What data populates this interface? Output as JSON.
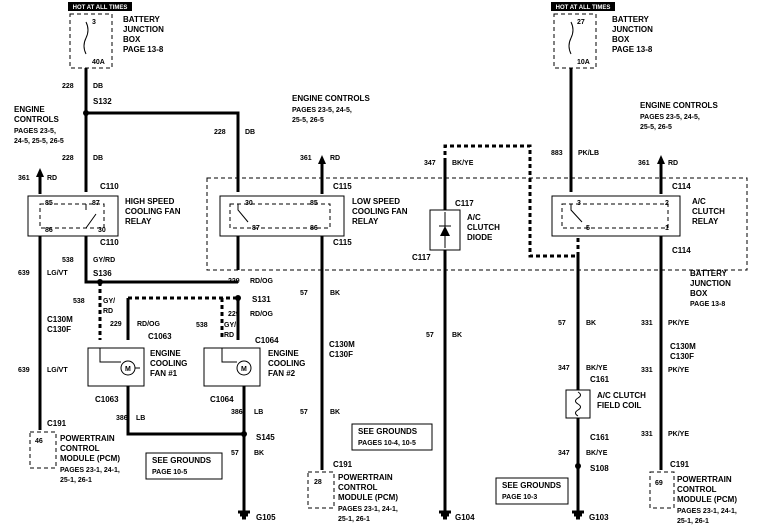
{
  "headers": {
    "left": "HOT AT ALL TIMES",
    "right": "HOT AT ALL TIMES"
  },
  "fuses": {
    "left_top": "3",
    "left_bottom": "40A",
    "right_top": "27",
    "right_bottom": "10A"
  },
  "bjb_top_left": [
    "BATTERY",
    "JUNCTION",
    "BOX",
    "PAGE 13-8"
  ],
  "bjb_top_right": [
    "BATTERY",
    "JUNCTION",
    "BOX",
    "PAGE 13-8"
  ],
  "bjb_side": [
    "BATTERY",
    "JUNCTION",
    "BOX",
    "PAGE 13-8"
  ],
  "engine_controls_1": [
    "ENGINE",
    "CONTROLS",
    "PAGES 23-5,",
    "24-5, 25-5, 26-5"
  ],
  "engine_controls_2": [
    "ENGINE CONTROLS",
    "PAGES 23-5, 24-5,",
    "25-5, 26-5"
  ],
  "engine_controls_3": [
    "ENGINE CONTROLS",
    "PAGES 23-5, 24-5,",
    "25-5, 26-5"
  ],
  "relay_hs": [
    "HIGH SPEED",
    "COOLING FAN",
    "RELAY"
  ],
  "relay_ls": [
    "LOW SPEED",
    "COOLING FAN",
    "RELAY"
  ],
  "relay_ac": [
    "A/C",
    "CLUTCH",
    "RELAY"
  ],
  "diode": [
    "A/C",
    "CLUTCH",
    "DIODE"
  ],
  "fan1": [
    "ENGINE",
    "COOLING",
    "FAN #1"
  ],
  "fan2": [
    "ENGINE",
    "COOLING",
    "FAN #2"
  ],
  "coil": [
    "A/C CLUTCH",
    "FIELD COIL"
  ],
  "pcm_1": [
    "POWERTRAIN",
    "CONTROL",
    "MODULE (PCM)",
    "PAGES 23-1, 24-1,",
    "25-1, 26-1"
  ],
  "pcm_2": [
    "POWERTRAIN",
    "CONTROL",
    "MODULE (PCM)",
    "PAGES 23-1, 24-1,",
    "25-1, 26-1"
  ],
  "pcm_3": [
    "POWERTRAIN",
    "CONTROL",
    "MODULE (PCM)",
    "PAGES 23-1, 24-1,",
    "25-1, 26-1"
  ],
  "grounds_1": [
    "SEE GROUNDS",
    "PAGE 10-5"
  ],
  "grounds_2": [
    "SEE GROUNDS",
    "PAGES 10-4, 10-5"
  ],
  "grounds_3": [
    "SEE GROUNDS",
    "PAGE 10-3"
  ],
  "pins": {
    "hs_85": "85",
    "hs_87": "87",
    "hs_86": "86",
    "hs_30": "30",
    "ls_30": "30",
    "ls_85": "85",
    "ls_87": "87",
    "ls_86": "86",
    "ac_3": "3",
    "ac_2": "2",
    "ac_5": "5",
    "ac_1": "1",
    "pcm1": "46",
    "pcm2": "28",
    "pcm3": "69"
  },
  "wires": [
    {
      "id": "w228a",
      "circuit": "228",
      "color": "DB"
    },
    {
      "id": "w228b",
      "circuit": "228",
      "color": "DB"
    },
    {
      "id": "w228c",
      "circuit": "228",
      "color": "DB"
    },
    {
      "id": "w361a",
      "circuit": "361",
      "color": "RD"
    },
    {
      "id": "w361b",
      "circuit": "361",
      "color": "RD"
    },
    {
      "id": "w361c",
      "circuit": "361",
      "color": "RD"
    },
    {
      "id": "w347a",
      "circuit": "347",
      "color": "BK/YE"
    },
    {
      "id": "w883",
      "circuit": "883",
      "color": "PK/LB"
    },
    {
      "id": "w639a",
      "circuit": "639",
      "color": "LG/VT"
    },
    {
      "id": "w639b",
      "circuit": "639",
      "color": "LG/VT"
    },
    {
      "id": "w538a",
      "circuit": "538",
      "color": "GY/RD"
    },
    {
      "id": "w538c",
      "circuit": "538",
      "color": "GY/"
    },
    {
      "id": "w229a",
      "circuit": "229",
      "color": "RD/OG"
    },
    {
      "id": "w229b",
      "circuit": "229",
      "color": "RD/OG"
    },
    {
      "id": "w229c",
      "circuit": "229",
      "color": "RD/OG"
    },
    {
      "id": "w538d",
      "circuit": "538",
      "color": "GY/"
    },
    {
      "id": "w386a",
      "circuit": "386",
      "color": "LB"
    },
    {
      "id": "w386b",
      "circuit": "386",
      "color": "LB"
    },
    {
      "id": "w57a",
      "circuit": "57",
      "color": "BK"
    },
    {
      "id": "w57b",
      "circuit": "57",
      "color": "BK"
    },
    {
      "id": "w57c",
      "circuit": "57",
      "color": "BK"
    },
    {
      "id": "w57d",
      "circuit": "57",
      "color": "BK"
    },
    {
      "id": "w57e",
      "circuit": "57",
      "color": "BK"
    },
    {
      "id": "w347b",
      "circuit": "347",
      "color": "BK/YE"
    },
    {
      "id": "w347c",
      "circuit": "347",
      "color": "BK/YE"
    },
    {
      "id": "w331a",
      "circuit": "331",
      "color": "PK/YE"
    },
    {
      "id": "w331b",
      "circuit": "331",
      "color": "PK/YE"
    },
    {
      "id": "w331c",
      "circuit": "331",
      "color": "PK/YE"
    }
  ],
  "wire_rd_extra": "RD",
  "connectors": {
    "c110a": "C110",
    "c110b": "C110",
    "c115a": "C115",
    "c115b": "C115",
    "c117a": "C117",
    "c117b": "C117",
    "c114a": "C114",
    "c114b": "C114",
    "c130m1": "C130M",
    "c130f1": "C130F",
    "c130m2": "C130M",
    "c130f2": "C130F",
    "c130m3": "C130M",
    "c130f3": "C130F",
    "c1063a": "C1063",
    "c1063b": "C1063",
    "c1064a": "C1064",
    "c1064b": "C1064",
    "c161a": "C161",
    "c161b": "C161",
    "c191a": "C191",
    "c191b": "C191",
    "c191c": "C191"
  },
  "splices": {
    "s132": "S132",
    "s136": "S136",
    "s131": "S131",
    "s145": "S145",
    "s108": "S108"
  },
  "grounds": {
    "g105": "G105",
    "g104": "G104",
    "g103": "G103"
  }
}
